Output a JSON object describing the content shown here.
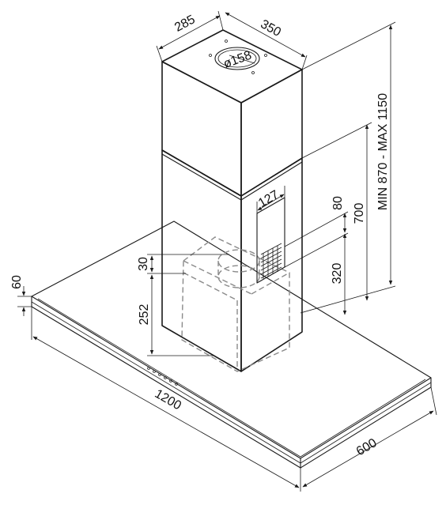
{
  "dimensions": {
    "duct_depth": "285",
    "duct_width": "350",
    "outlet_diameter": "ø158",
    "height_range": "MIN 870 - MAX 1150",
    "duct_height": "700",
    "outlet_width": "127",
    "outlet_height": "80",
    "outlet_elevation": "320",
    "motor_offset": "30",
    "motor_height": "252",
    "canopy_thickness": "60",
    "canopy_width": "1200",
    "canopy_depth": "600"
  },
  "colors": {
    "line": "#1a1a1a",
    "hidden_line": "#8a8a8a",
    "background": "#ffffff"
  }
}
